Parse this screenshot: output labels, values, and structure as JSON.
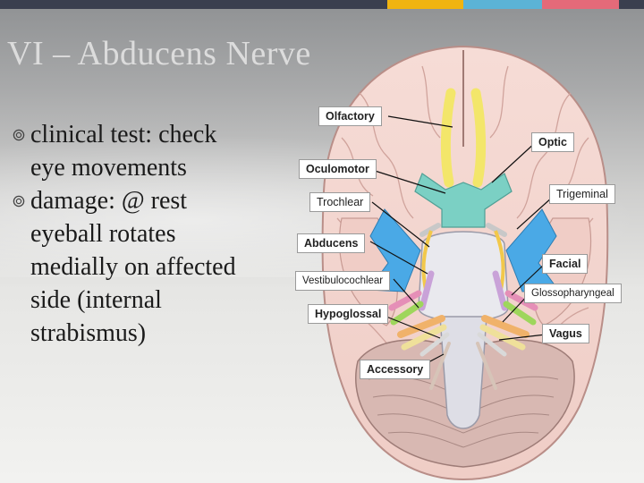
{
  "slide": {
    "title": "VI – Abducens Nerve",
    "bullets": [
      {
        "lines": [
          "clinical test: check",
          "eye movements"
        ]
      },
      {
        "lines": [
          "damage: @ rest",
          "eyeball rotates",
          "medially on affected",
          "side (internal",
          "strabismus)"
        ]
      }
    ]
  },
  "diagram": {
    "labels": {
      "olfactory": "Olfactory",
      "optic": "Optic",
      "oculomotor": "Oculomotor",
      "trigeminal": "Trigeminal",
      "trochlear": "Trochlear",
      "abducens": "Abducens",
      "facial": "Facial",
      "vestibulocochlear": "Vestibulocochlear",
      "glossopharyngeal": "Glossopharyngeal",
      "hypoglossal": "Hypoglossal",
      "vagus": "Vagus",
      "accessory": "Accessory"
    }
  },
  "colors": {
    "top_bar": "#3a3f4f",
    "accent_yellow": "#f1b410",
    "accent_blue": "#5bb3d6",
    "accent_pink": "#e46a79",
    "brain": "#f3d5cf",
    "olfactory": "#f3e66a",
    "optic": "#7bd0c4",
    "trigeminal": "#4aa9e6",
    "abducens": "#c9a2d8",
    "facial": "#e58fb7",
    "vestibulocochlear": "#9ed65c",
    "glossopharyngeal": "#f0b26a"
  }
}
